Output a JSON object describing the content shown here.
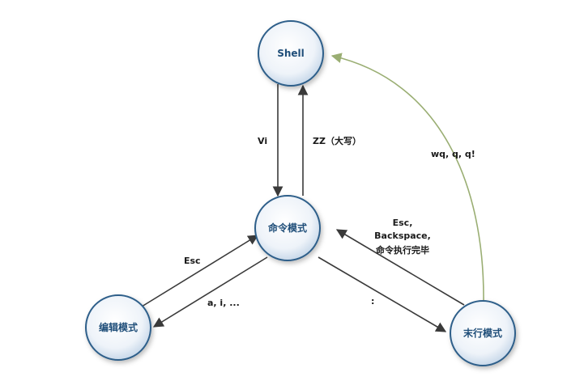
{
  "nodes": {
    "shell": {
      "label": "Shell"
    },
    "command": {
      "label": "命令模式"
    },
    "edit": {
      "label": "编辑模式"
    },
    "lastline": {
      "label": "末行模式"
    }
  },
  "edges": {
    "shell_to_command": {
      "label": "Vi"
    },
    "command_to_shell": {
      "label": "ZZ（大写）"
    },
    "edit_to_command": {
      "label": "Esc"
    },
    "command_to_edit": {
      "label": "a, i, ..."
    },
    "command_to_lastline": {
      "label": ":"
    },
    "lastline_to_command": {
      "label_lines": [
        "Esc,",
        "Backspace,",
        "命令执行完毕"
      ]
    },
    "lastline_to_shell": {
      "label": "wq, q, q!"
    }
  },
  "colors": {
    "node_fill_center": "#ffffff",
    "node_fill_edge": "#c9d9ea",
    "node_stroke": "#2e5f8a",
    "node_text": "#1f4e79",
    "arrow": "#3a3a3a",
    "arrow_green": "#9aae73"
  }
}
